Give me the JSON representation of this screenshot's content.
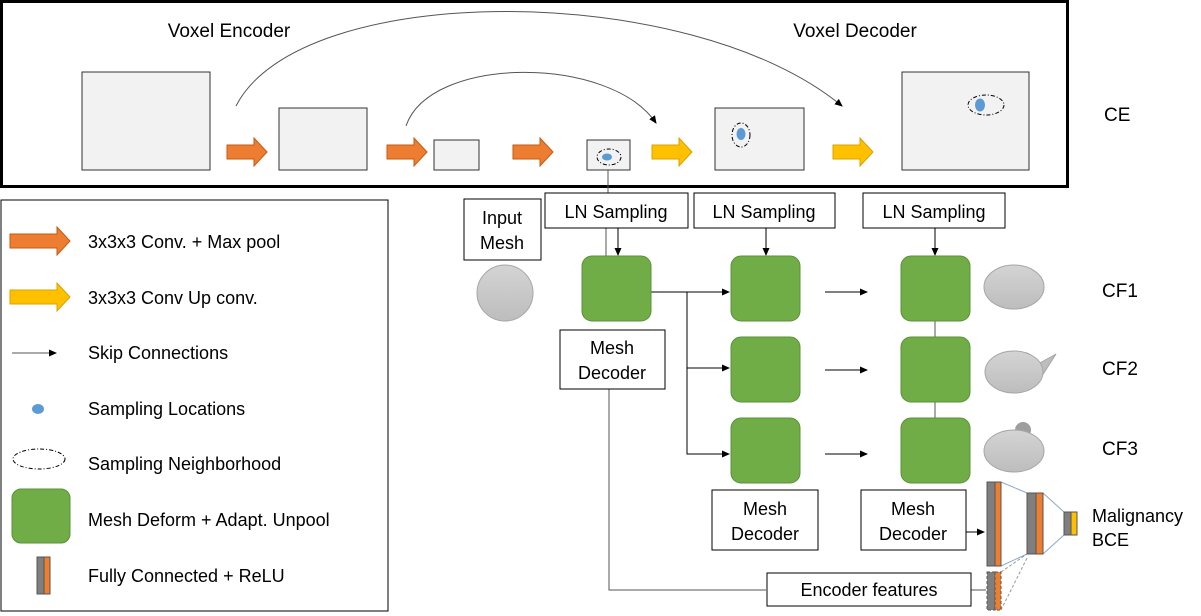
{
  "ce_panel": {
    "encoder_title": "Voxel Encoder",
    "decoder_title": "Voxel Decoder",
    "label": "CE"
  },
  "blocks": {
    "ln_sampling": "LN Sampling",
    "input_mesh_line1": "Input",
    "input_mesh_line2": "Mesh",
    "mesh_decoder_line1": "Mesh",
    "mesh_decoder_line2": "Decoder",
    "encoder_features": "Encoder features"
  },
  "outputs": {
    "cf1": "CF1",
    "cf2": "CF2",
    "cf3": "CF3",
    "malignancy_line1": "Malignancy",
    "malignancy_line2": "BCE"
  },
  "legend": {
    "conv_maxpool": "3x3x3 Conv. + Max pool",
    "conv_upconv": "3x3x3 Conv Up conv.",
    "skip": "Skip Connections",
    "sampling_locations": "Sampling  Locations",
    "sampling_neighborhood": "Sampling  Neighborhood",
    "mesh_deform": "Mesh Deform + Adapt. Unpool",
    "fully_connected": "Fully Connected + ReLU"
  },
  "colors": {
    "encoder_arrow": "#ED7D31",
    "decoder_arrow": "#FFC000",
    "mesh_block": "#70AD47",
    "sampling_dot": "#5B9BD5",
    "volume_fill": "#F2F2F2",
    "fc_gray": "#7F7F7F"
  }
}
